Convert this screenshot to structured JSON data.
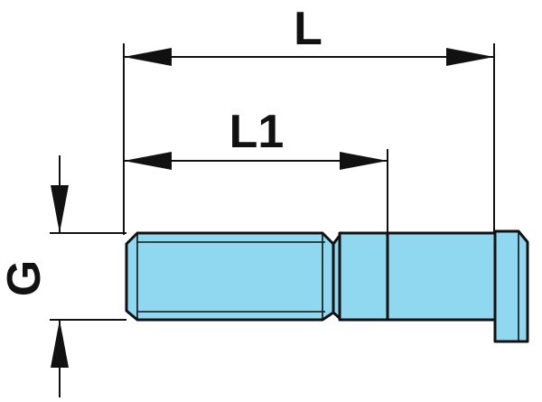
{
  "dimensions": {
    "overall_length_label": "L",
    "thread_length_label": "L1",
    "thread_diameter_label": "G"
  },
  "colors": {
    "part_fill": "#8fd8ef",
    "line": "#111111",
    "background": "#ffffff"
  }
}
